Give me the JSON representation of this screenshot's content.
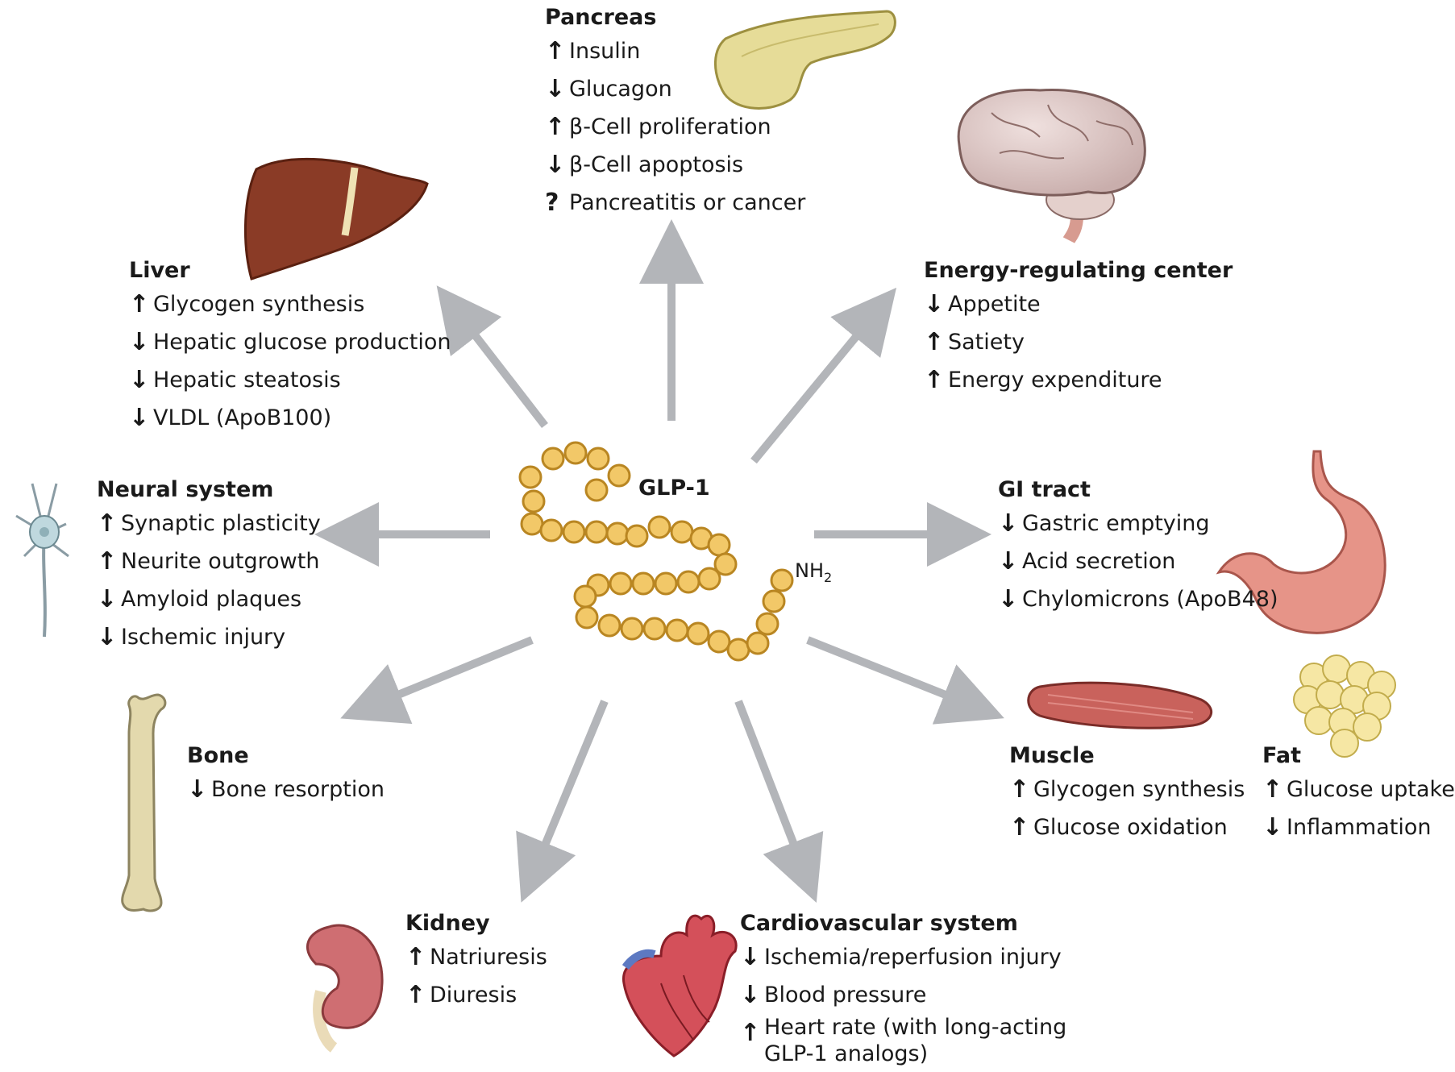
{
  "center": {
    "label": "GLP-1",
    "terminus": "NH",
    "terminus_sub": "2"
  },
  "colors": {
    "arrow": "#b3b5b9",
    "bead_fill": "#f2c868",
    "bead_stroke": "#b98622",
    "text": "#1a1a1a"
  },
  "symbols": {
    "up": "↑",
    "down": "↓",
    "unknown": "?"
  },
  "targets": {
    "pancreas": {
      "title": "Pancreas",
      "icon": "pancreas-illustration",
      "effects": [
        {
          "dir": "up",
          "text": "Insulin"
        },
        {
          "dir": "down",
          "text": "Glucagon"
        },
        {
          "dir": "up",
          "text": "β-Cell proliferation"
        },
        {
          "dir": "down",
          "text": "β-Cell apoptosis"
        },
        {
          "dir": "unknown",
          "text": "Pancreatitis or cancer"
        }
      ]
    },
    "liver": {
      "title": "Liver",
      "icon": "liver-illustration",
      "effects": [
        {
          "dir": "up",
          "text": "Glycogen synthesis"
        },
        {
          "dir": "down",
          "text": "Hepatic glucose production"
        },
        {
          "dir": "down",
          "text": "Hepatic steatosis"
        },
        {
          "dir": "down",
          "text": "VLDL (ApoB100)"
        }
      ]
    },
    "energy": {
      "title": "Energy-regulating center",
      "icon": "brain-illustration",
      "effects": [
        {
          "dir": "down",
          "text": "Appetite"
        },
        {
          "dir": "up",
          "text": "Satiety"
        },
        {
          "dir": "up",
          "text": "Energy expenditure"
        }
      ]
    },
    "neural": {
      "title": "Neural system",
      "icon": "neuron-illustration",
      "effects": [
        {
          "dir": "up",
          "text": "Synaptic plasticity"
        },
        {
          "dir": "up",
          "text": "Neurite outgrowth"
        },
        {
          "dir": "down",
          "text": "Amyloid plaques"
        },
        {
          "dir": "down",
          "text": "Ischemic injury"
        }
      ]
    },
    "gi": {
      "title": "GI tract",
      "icon": "stomach-illustration",
      "effects": [
        {
          "dir": "down",
          "text": "Gastric emptying"
        },
        {
          "dir": "down",
          "text": "Acid secretion"
        },
        {
          "dir": "down",
          "text": "Chylomicrons (ApoB48)"
        }
      ]
    },
    "bone": {
      "title": "Bone",
      "icon": "bone-illustration",
      "effects": [
        {
          "dir": "down",
          "text": "Bone resorption"
        }
      ]
    },
    "muscle": {
      "title": "Muscle",
      "icon": "muscle-illustration",
      "effects": [
        {
          "dir": "up",
          "text": "Glycogen synthesis"
        },
        {
          "dir": "up",
          "text": "Glucose oxidation"
        }
      ]
    },
    "fat": {
      "title": "Fat",
      "icon": "fat-cells-illustration",
      "effects": [
        {
          "dir": "up",
          "text": "Glucose uptake"
        },
        {
          "dir": "down",
          "text": "Inflammation"
        }
      ]
    },
    "kidney": {
      "title": "Kidney",
      "icon": "kidney-illustration",
      "effects": [
        {
          "dir": "up",
          "text": "Natriuresis"
        },
        {
          "dir": "up",
          "text": "Diuresis"
        }
      ]
    },
    "cardio": {
      "title": "Cardiovascular system",
      "icon": "heart-illustration",
      "effects": [
        {
          "dir": "down",
          "text": "Ischemia/reperfusion injury"
        },
        {
          "dir": "down",
          "text": "Blood pressure"
        },
        {
          "dir": "up",
          "text": "Heart rate (with long-acting GLP-1 analogs)"
        }
      ]
    }
  }
}
